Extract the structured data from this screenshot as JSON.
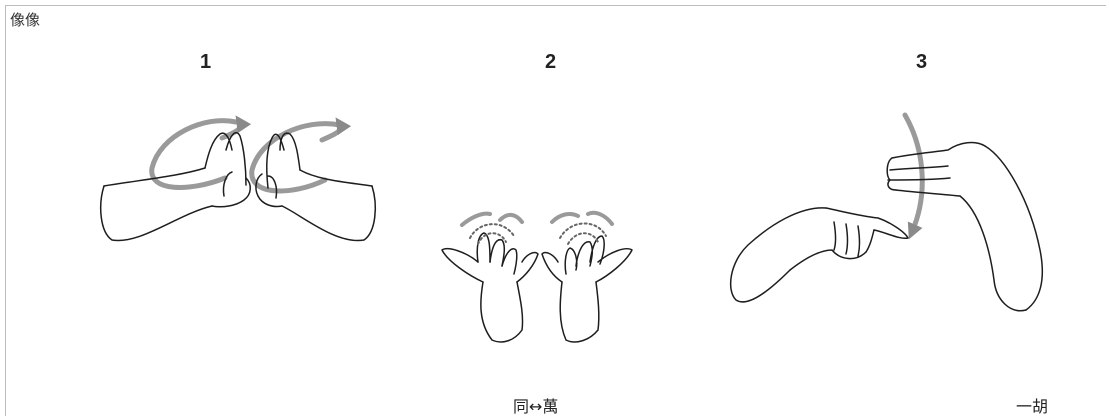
{
  "word": "像像",
  "steps": [
    {
      "number": "1"
    },
    {
      "number": "2"
    },
    {
      "number": "3"
    }
  ],
  "caption": "同↔萬",
  "tag": "一胡"
}
